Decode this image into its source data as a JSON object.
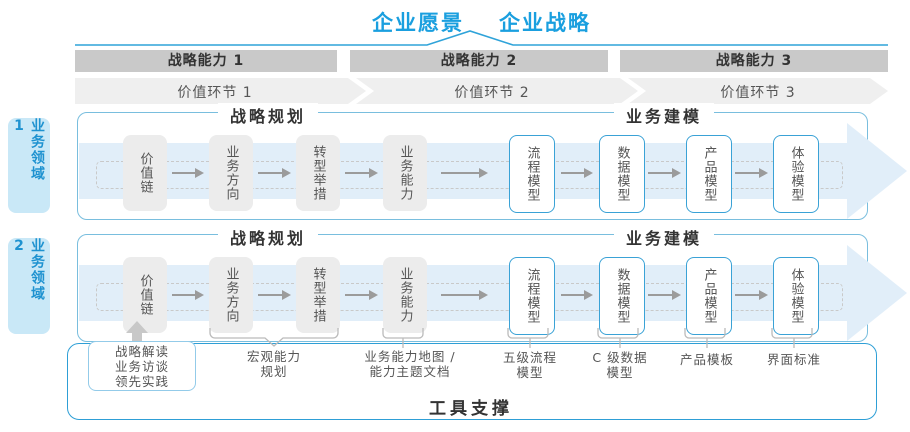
{
  "title": {
    "vision": "企业愿景",
    "strategy": "企业战略"
  },
  "capability_bar": {
    "items": [
      "战略能力 1",
      "战略能力 2",
      "战略能力 3"
    ]
  },
  "value_bar": {
    "items": [
      "价值环节 1",
      "价值环节 2",
      "价值环节 3"
    ]
  },
  "domains": {
    "items": [
      "业务领域 1",
      "业务领域 2"
    ]
  },
  "row": {
    "planning_header": "战略规划",
    "modeling_header": "业务建模",
    "planning_boxes": [
      "价值链",
      "业务方向",
      "转型举措",
      "业务能力"
    ],
    "modeling_boxes": [
      "流程模型",
      "数据模型",
      "产品模型",
      "体验模型"
    ]
  },
  "annotations": {
    "practice_box": [
      "战略解读",
      "业务访谈",
      "领先实践"
    ],
    "macro_capability": "宏观能力\n规划",
    "capability_map": "业务能力地图 /\n能力主题文档",
    "process_model": "五级流程\n模型",
    "data_model": "C 级数据\n模型",
    "product_template": "产品模板",
    "ui_standard": "界面标准"
  },
  "footer": {
    "label": "工具支撑"
  },
  "colors": {
    "accent_blue": "#1a9fdf",
    "band_blue": "#e1eef9",
    "bar_gray": "#c9c9c9",
    "chevron_gray": "#efefef",
    "node_gray": "#ececec",
    "node_blue_border": "#3aa2d6",
    "row_border": "#79bede",
    "tool_border": "#2e9fd6"
  }
}
